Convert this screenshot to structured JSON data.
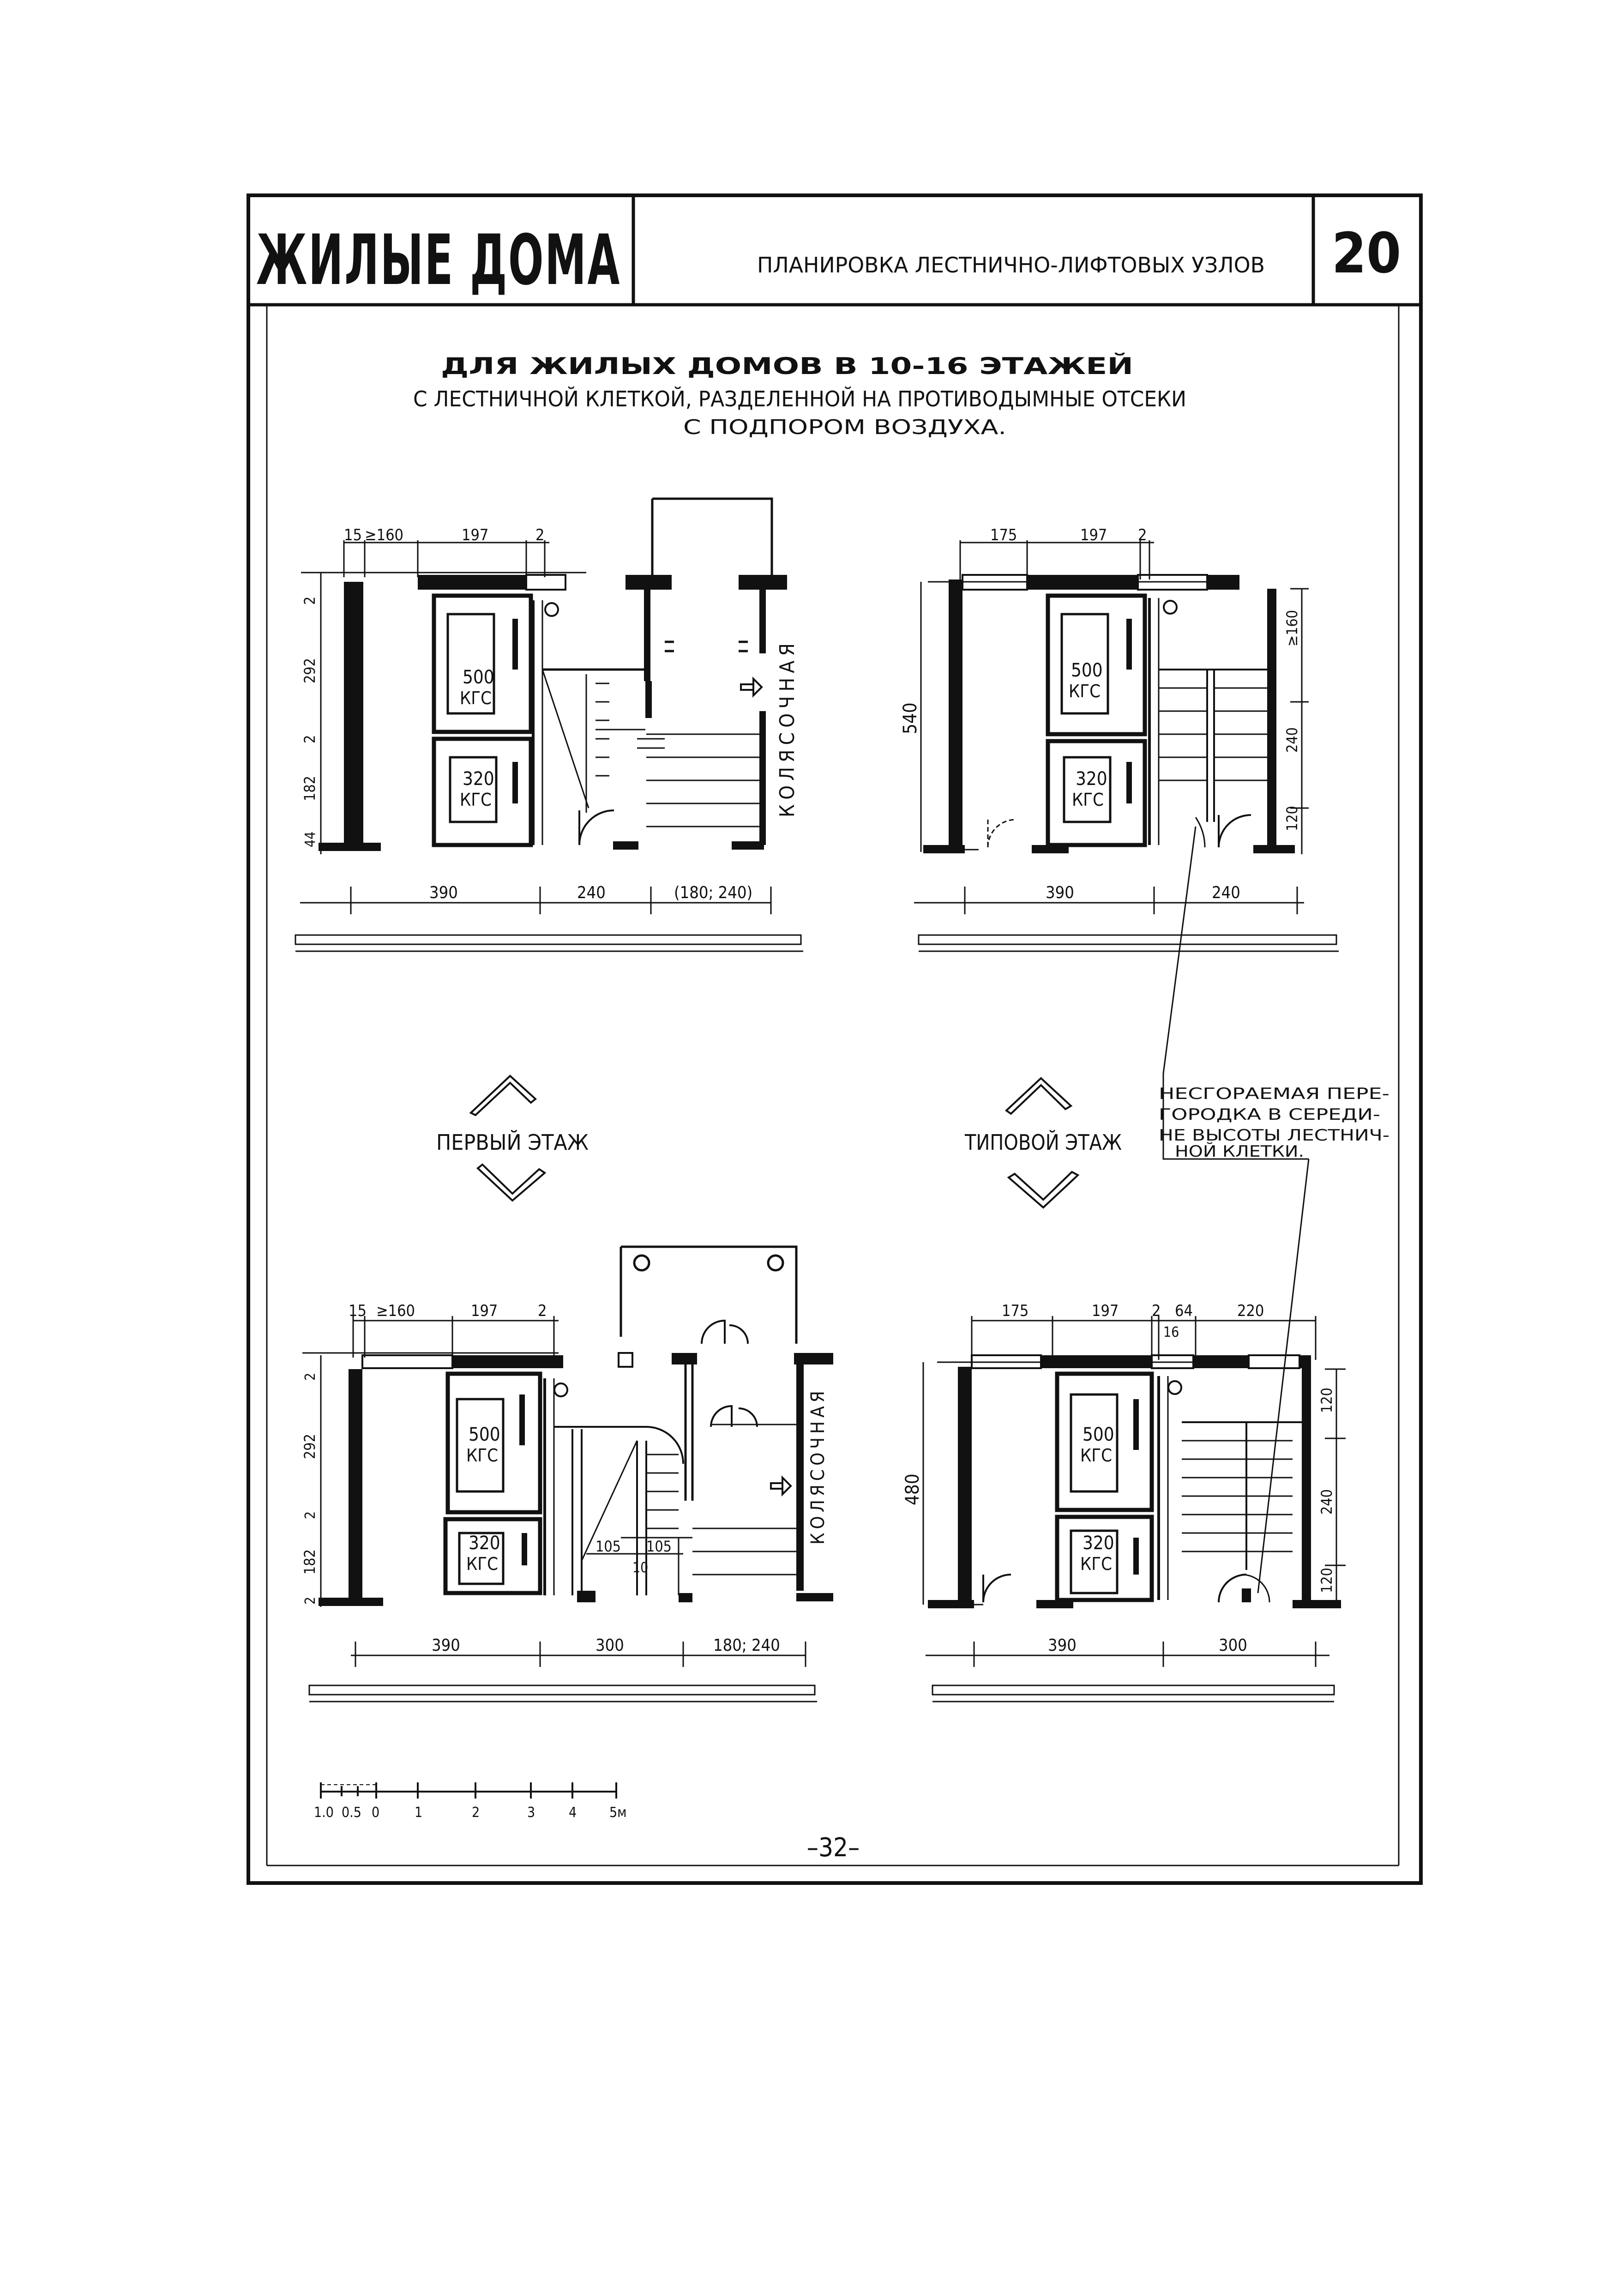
{
  "header": {
    "series_title": "ЖИЛЫЕ ДОМА",
    "sheet_title": "ПЛАНИРОВКА ЛЕСТНИЧНО-ЛИФТОВЫХ УЗЛОВ",
    "sheet_number": "20"
  },
  "subtitle": {
    "line1": "ДЛЯ ЖИЛЫХ ДОМОВ В 10-16 ЭТАЖЕЙ",
    "line2": "С ЛЕСТНИЧНОЙ КЛЕТКОЙ, РАЗДЕЛЕННОЙ НА ПРОТИВОДЫМНЫЕ ОТСЕКИ",
    "line3": "С ПОДПОРОМ ВОЗДУХА."
  },
  "labels": {
    "first_floor": "ПЕРВЫЙ ЭТАЖ",
    "typical_floor": "ТИПОВОЙ ЭТАЖ",
    "stroller": "КОЛЯСОЧНАЯ",
    "note": [
      "НЕСГОРАЕМАЯ ПЕРЕ-",
      "ГОРОДКА В СЕРЕДИ-",
      "НЕ ВЫСОТЫ ЛЕСТНИЧ-",
      "НОЙ КЛЕТКИ."
    ]
  },
  "lifts": {
    "large_capacity": "500",
    "small_capacity": "320",
    "unit": "КГС"
  },
  "plan_top_left": {
    "top_dims": [
      "15",
      "≥160",
      "197",
      "2"
    ],
    "left_dims": [
      "2",
      "292",
      "2",
      "182",
      "44"
    ],
    "bottom_dims": [
      "390",
      "240",
      "(180; 240)"
    ]
  },
  "plan_top_right": {
    "top_dims": [
      "175",
      "197",
      "2"
    ],
    "left_dims": [
      "540"
    ],
    "right_dims": [
      "≥160",
      "240",
      "120"
    ],
    "bottom_dims": [
      "390",
      "240"
    ]
  },
  "plan_bottom_left": {
    "top_dims": [
      "15",
      "≥160",
      "197",
      "2"
    ],
    "left_dims": [
      "2",
      "292",
      "2",
      "182",
      "2"
    ],
    "inner_dims": [
      "105",
      "105",
      "10"
    ],
    "bottom_dims": [
      "390",
      "300",
      "180; 240"
    ]
  },
  "plan_bottom_right": {
    "top_dims": [
      "175",
      "197",
      "2",
      "64",
      "220"
    ],
    "sub_dim": "16",
    "left_dims": [
      "480"
    ],
    "right_dims": [
      "120",
      "240",
      "120"
    ],
    "bottom_dims": [
      "390",
      "300"
    ]
  },
  "scale_bar": {
    "ticks": [
      "1.0",
      "0.5",
      "0",
      "1",
      "2",
      "3",
      "4",
      "5м"
    ]
  },
  "page_number": "–32–"
}
